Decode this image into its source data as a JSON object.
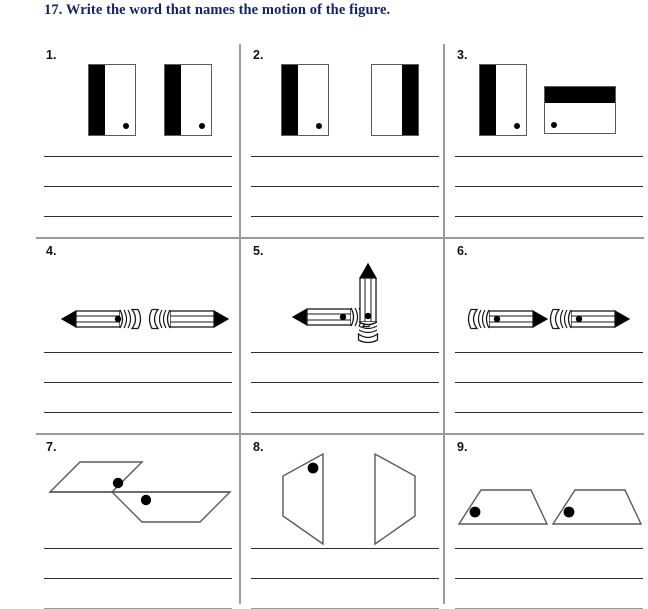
{
  "worksheet": {
    "title": "17. Write the word that names the motion of the figure.",
    "title_color": "#13246b",
    "grid": {
      "columns": 3,
      "rows": 3
    },
    "answer_lines_per_item": 3
  },
  "items": [
    {
      "number": "1.",
      "figure_type": "rectangles",
      "motion": "translation",
      "description": "Two identical upright rectangles with a black band on the left side and a dot at the lower right; the second is shifted to the right.",
      "shapes": [
        {
          "band": "left",
          "dot": "bottom-right"
        },
        {
          "band": "left",
          "dot": "bottom-right"
        }
      ]
    },
    {
      "number": "2.",
      "figure_type": "rectangles",
      "motion": "reflection",
      "description": "An upright rectangle with a black band on the left and a dot at the lower right, and its mirror image with the black band on the right.",
      "shapes": [
        {
          "band": "left",
          "dot": "bottom-right"
        },
        {
          "band": "right",
          "dot": "none"
        }
      ]
    },
    {
      "number": "3.",
      "figure_type": "rectangles",
      "motion": "rotation",
      "description": "An upright rectangle with a black band on the left and a dot at the lower right, turned to a landscape rectangle with the black band across the top and a dot at the lower left.",
      "shapes": [
        {
          "band": "left",
          "dot": "bottom-right"
        },
        {
          "band": "top",
          "dot": "bottom-left"
        }
      ]
    },
    {
      "number": "4.",
      "figure_type": "pencils",
      "motion": "reflection",
      "description": "Two pencils facing away from each other, erasers meeting in the middle.",
      "shapes": [
        {
          "direction": "left",
          "dot": true
        },
        {
          "direction": "right",
          "dot": false
        }
      ]
    },
    {
      "number": "5.",
      "figure_type": "pencils",
      "motion": "rotation",
      "description": "A horizontal pencil pointing left and a vertical pencil pointing up, joined at their erasers.",
      "shapes": [
        {
          "direction": "left",
          "dot": true
        },
        {
          "direction": "up",
          "dot": true
        }
      ]
    },
    {
      "number": "6.",
      "figure_type": "pencils",
      "motion": "translation",
      "description": "Two identical pencils pointing right, the second shifted to the right.",
      "shapes": [
        {
          "direction": "right",
          "dot": true
        },
        {
          "direction": "right",
          "dot": true
        }
      ]
    },
    {
      "number": "7.",
      "figure_type": "parallelograms",
      "motion": "rotation",
      "description": "Two parallelograms meeting at a shared vertex forming an S shape, each marked with a dot.",
      "shapes": [
        {
          "orientation": "up-left",
          "dot": true
        },
        {
          "orientation": "down-right",
          "dot": true
        }
      ]
    },
    {
      "number": "8.",
      "figure_type": "quadrilaterals",
      "motion": "reflection",
      "description": "Two tall quadrilaterals mirrored about a vertical line; the left one has a dot near its top right.",
      "shapes": [
        {
          "orientation": "point-left",
          "dot": true
        },
        {
          "orientation": "point-right",
          "dot": false
        }
      ]
    },
    {
      "number": "9.",
      "figure_type": "trapezoids",
      "motion": "translation",
      "description": "Two identical trapezoids each with a dot at the lower left; the second is shifted to the right.",
      "shapes": [
        {
          "orientation": "upright",
          "dot": true
        },
        {
          "orientation": "upright",
          "dot": true
        }
      ]
    }
  ]
}
